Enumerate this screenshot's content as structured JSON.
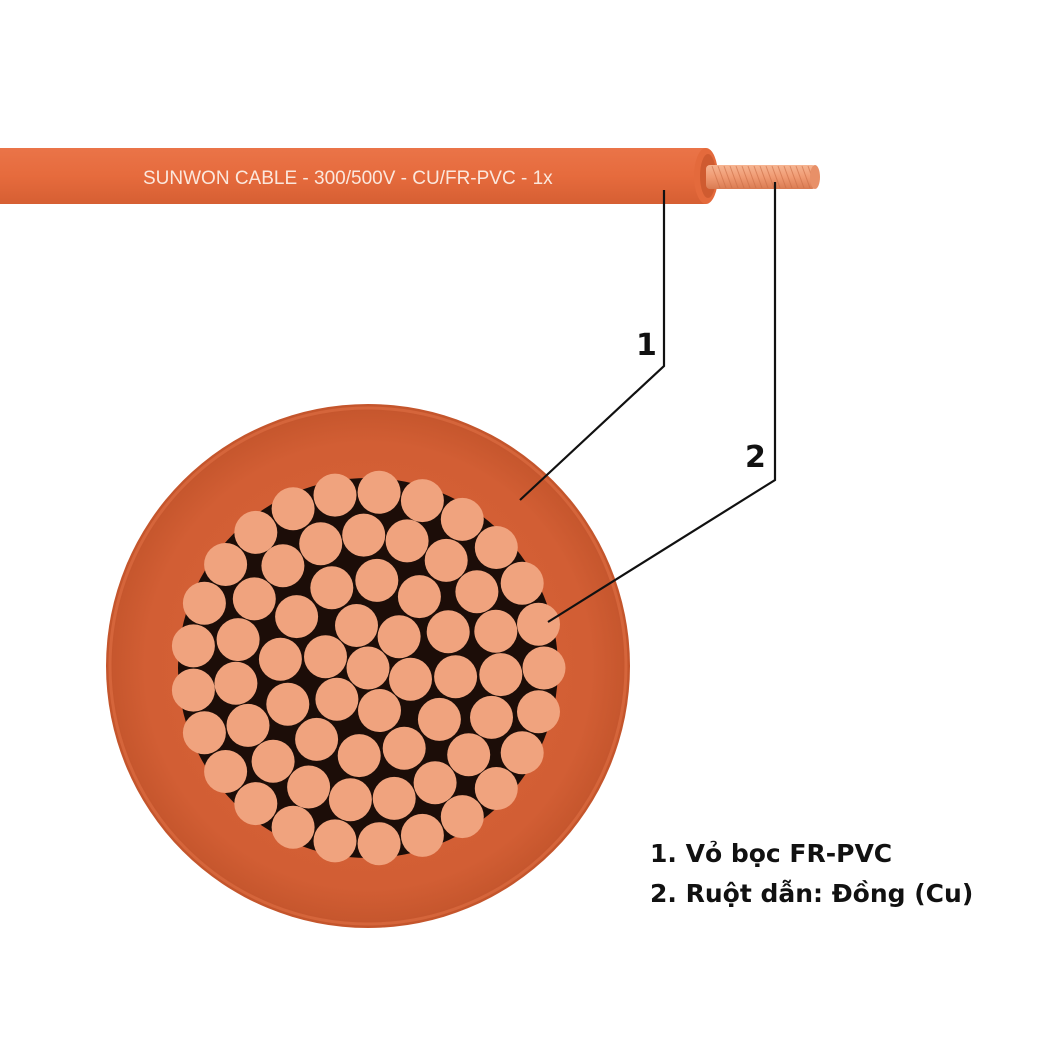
{
  "cable": {
    "print_text": "SUNWON CABLE - 300/500V - CU/FR-PVC - 1x",
    "sheath_color": "#e56a3c",
    "sheath_dark": "#c9562c",
    "conductor_color": "#f29e77",
    "strand_fill": "#f0a37e",
    "gap_color": "#1c0d08"
  },
  "callouts": [
    {
      "number": "1"
    },
    {
      "number": "2"
    }
  ],
  "legend": {
    "item1": "1. Vỏ bọc FR-PVC",
    "item2": "2. Ruột dẫn: Đồng (Cu)"
  }
}
